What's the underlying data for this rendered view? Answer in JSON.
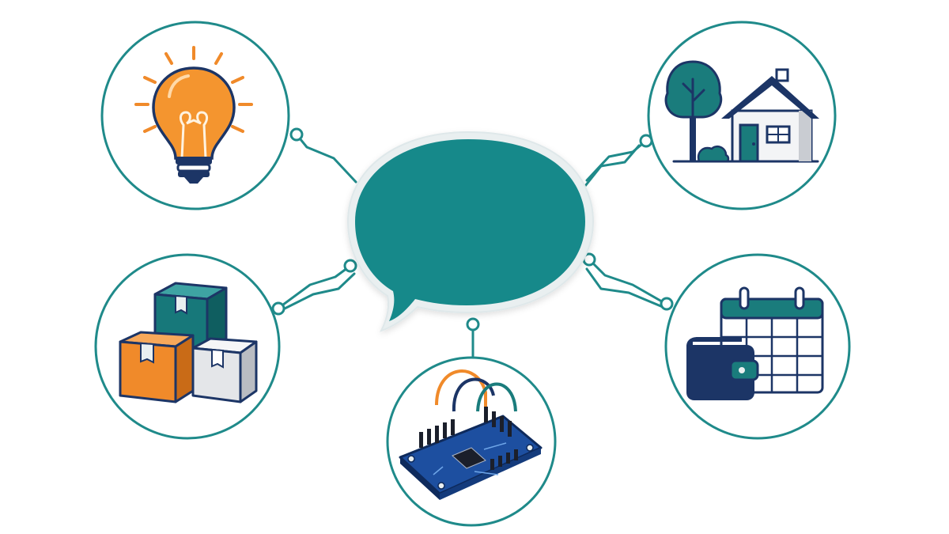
{
  "diagram": {
    "center_bubble": {
      "label": "",
      "fill": "#16898a",
      "outline": "#dfe8ea"
    },
    "nodes": [
      {
        "id": "idea",
        "icon": "lightbulb-icon"
      },
      {
        "id": "home",
        "icon": "house-with-tree-icon"
      },
      {
        "id": "inventory",
        "icon": "stacked-boxes-icon"
      },
      {
        "id": "hardware",
        "icon": "circuit-board-icon"
      },
      {
        "id": "finance",
        "icon": "wallet-and-calendar-icon"
      }
    ],
    "colors": {
      "accent": "#1f8a8a",
      "navy": "#1c3566",
      "orange": "#f08a2a",
      "teal_dark": "#17787a",
      "light_gray": "#e6e8ea"
    }
  }
}
